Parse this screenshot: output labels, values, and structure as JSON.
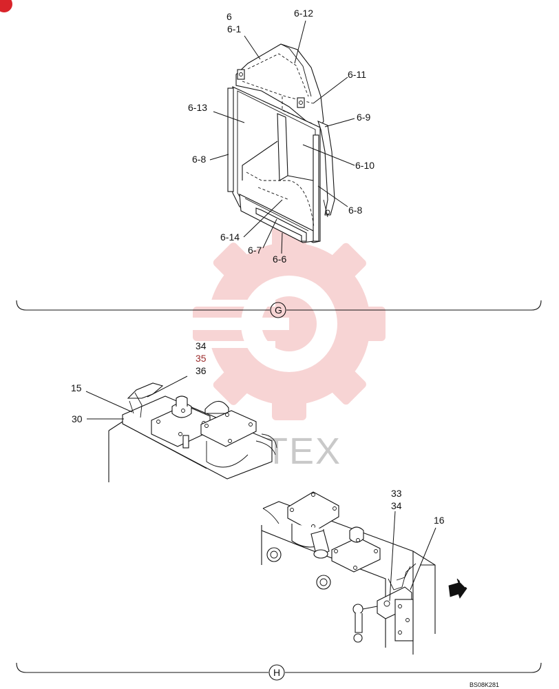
{
  "sections": [
    {
      "id": "G",
      "label": "G"
    },
    {
      "id": "H",
      "label": "H"
    }
  ],
  "callouts": {
    "g_6": "6",
    "g_6_1": "6-1",
    "g_6_12": "6-12",
    "g_6_11": "6-11",
    "g_6_13": "6-13",
    "g_6_9": "6-9",
    "g_6_8_left": "6-8",
    "g_6_10": "6-10",
    "g_6_8_right": "6-8",
    "g_6_14": "6-14",
    "g_6_7": "6-7",
    "g_6_6": "6-6",
    "h_34_top": "34",
    "h_35": "35",
    "h_36": "36",
    "h_15": "15",
    "h_30": "30",
    "h_33": "33",
    "h_34_bottom": "34",
    "h_16": "16"
  },
  "drawing_code": "BS08K281",
  "watermark": "VMTEX",
  "colors": {
    "watermark_gear": "#f2b2b2",
    "watermark_text": "#c9c9c9",
    "corner_badge": "#d9242a",
    "label_red": "#9b2b2b"
  }
}
